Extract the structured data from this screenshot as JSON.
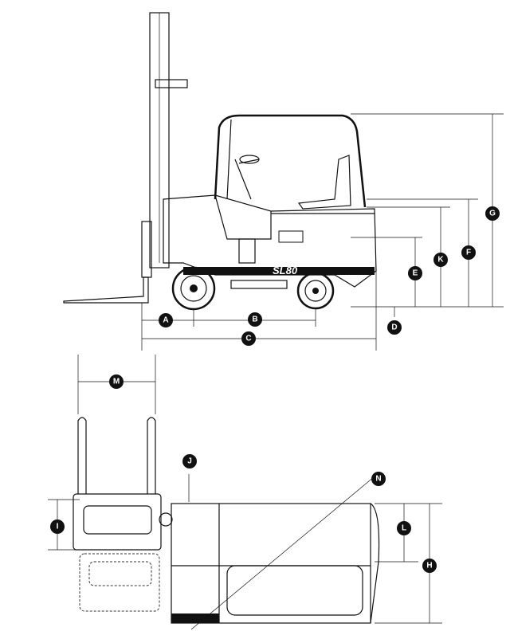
{
  "model_badge": "SL80",
  "dimension_labels": {
    "A": "A",
    "B": "B",
    "C": "C",
    "D": "D",
    "E": "E",
    "F": "F",
    "G": "G",
    "H": "H",
    "I": "I",
    "J": "J",
    "K": "K",
    "L": "L",
    "M": "M",
    "N": "N"
  }
}
